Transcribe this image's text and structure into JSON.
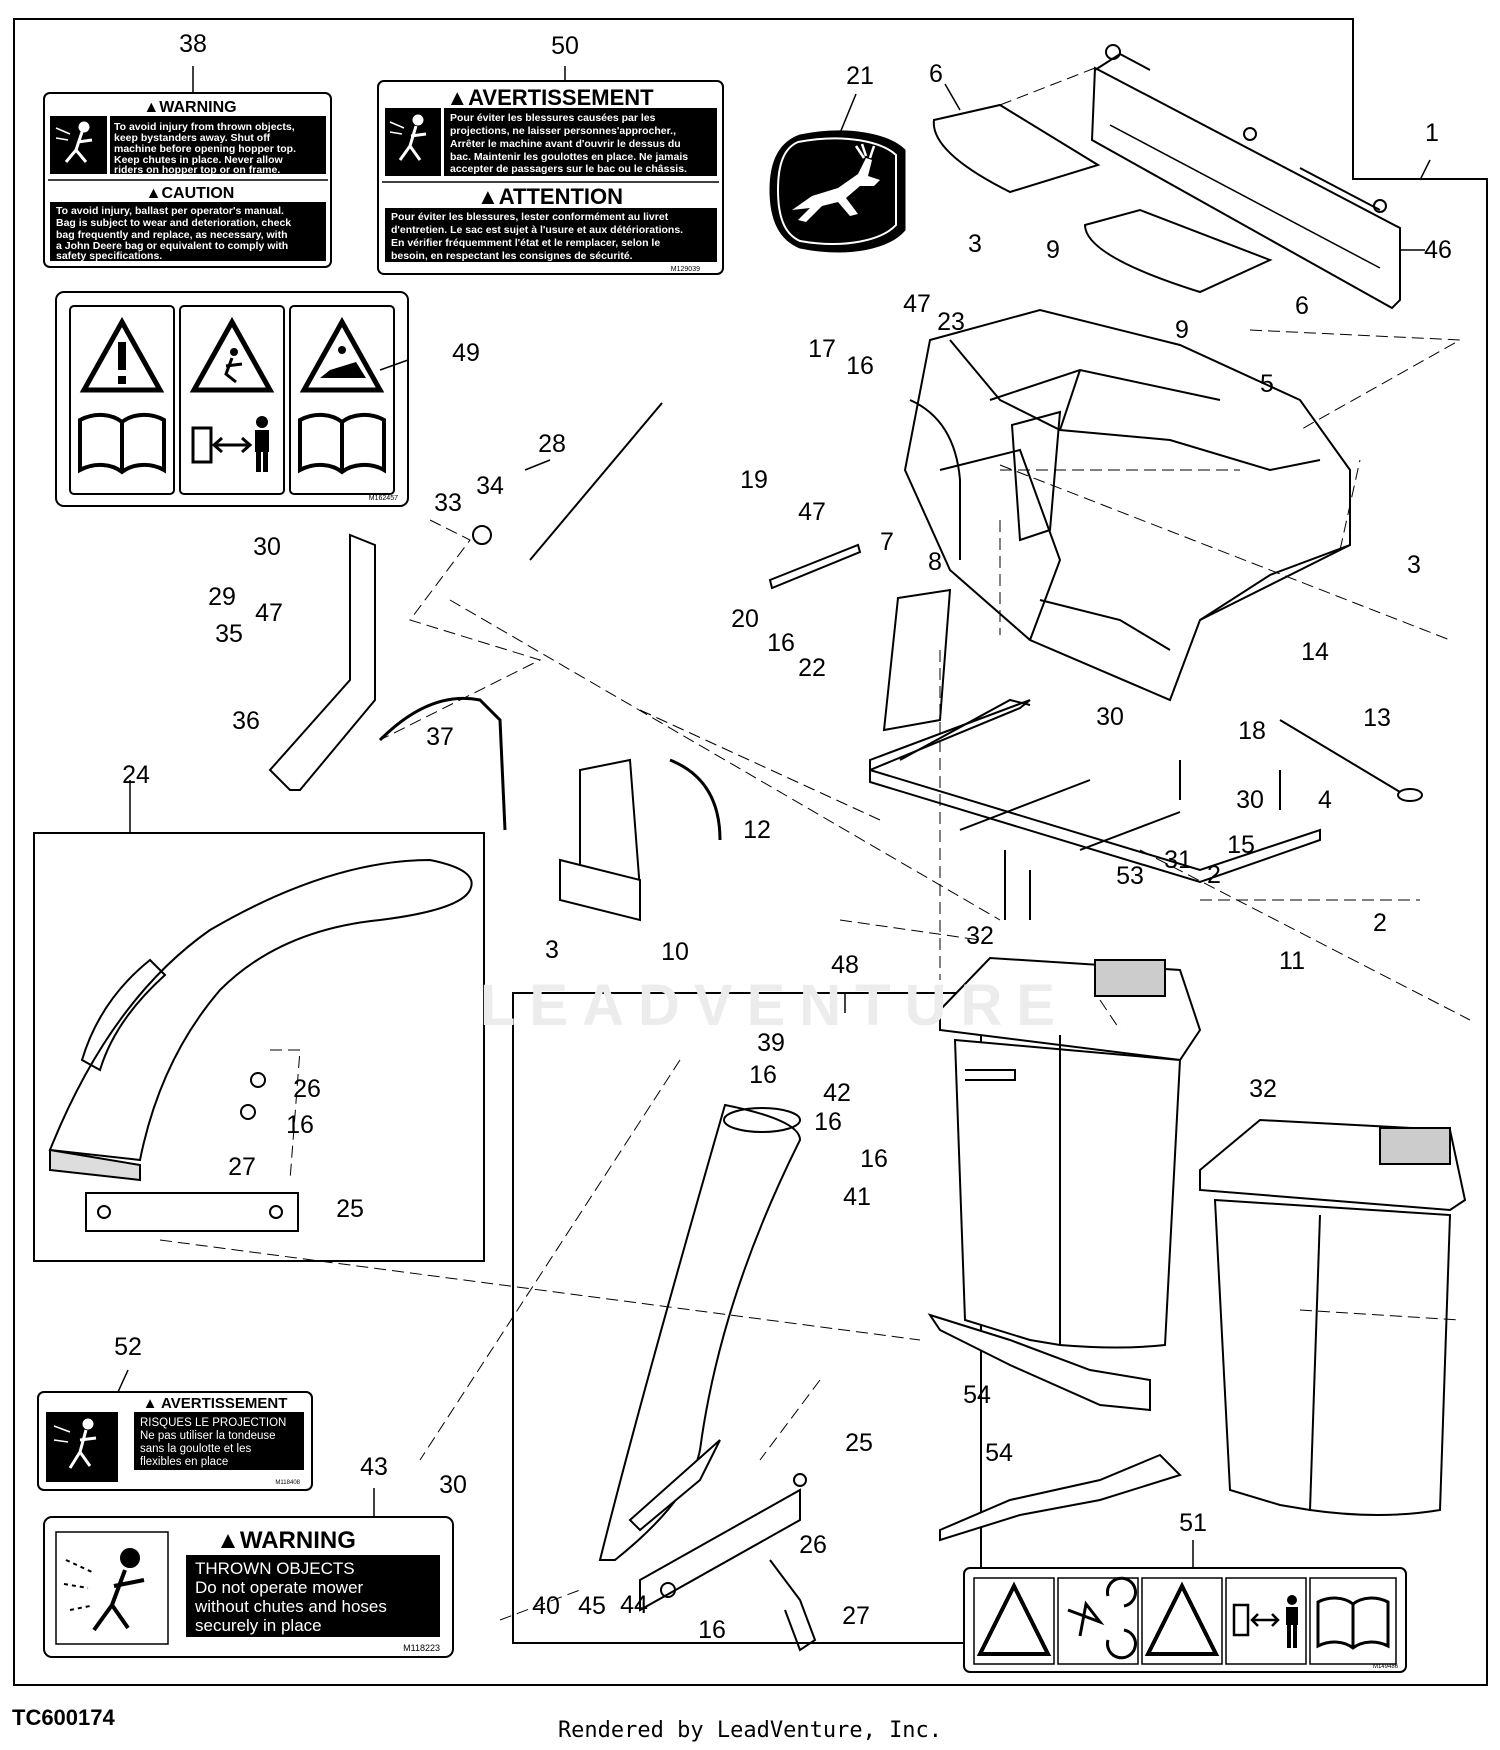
{
  "diagram": {
    "figure_id": "TC600174",
    "credit": "Rendered by LeadVenture, Inc.",
    "watermark": "LEADVENTURE"
  },
  "callouts": {
    "c1": "1",
    "c2a": "2",
    "c2b": "2",
    "c3a": "3",
    "c3b": "3",
    "c3c": "3",
    "c4": "4",
    "c5": "5",
    "c6a": "6",
    "c6b": "6",
    "c7": "7",
    "c8": "8",
    "c9a": "9",
    "c9b": "9",
    "c10": "10",
    "c11": "11",
    "c12": "12",
    "c13": "13",
    "c14": "14",
    "c15": "15",
    "c16a": "16",
    "c16b": "16",
    "c16c": "16",
    "c16d": "16",
    "c16e": "16",
    "c16f": "16",
    "c16g": "16",
    "c17": "17",
    "c18": "18",
    "c19": "19",
    "c20": "20",
    "c21": "21",
    "c22": "22",
    "c23": "23",
    "c24": "24",
    "c25a": "25",
    "c25b": "25",
    "c26a": "26",
    "c26b": "26",
    "c27a": "27",
    "c27b": "27",
    "c28": "28",
    "c29": "29",
    "c30a": "30",
    "c30b": "30",
    "c30c": "30",
    "c30d": "30",
    "c31": "31",
    "c32a": "32",
    "c32b": "32",
    "c33": "33",
    "c34": "34",
    "c35": "35",
    "c36": "36",
    "c37": "37",
    "c38": "38",
    "c39": "39",
    "c40": "40",
    "c41": "41",
    "c42": "42",
    "c43": "43",
    "c44": "44",
    "c45": "45",
    "c46": "46",
    "c47a": "47",
    "c47b": "47",
    "c47c": "47",
    "c48": "48",
    "c49": "49",
    "c50": "50",
    "c51": "51",
    "c52": "52",
    "c53": "53",
    "c54a": "54",
    "c54b": "54"
  },
  "decal38": {
    "warning_title": "▲WARNING",
    "warning_lines": [
      "To avoid injury from thrown objects,",
      "keep bystanders away. Shut off",
      "machine before opening hopper top.",
      "Keep chutes in place. Never allow",
      "riders on hopper top or on frame."
    ],
    "caution_title": "▲CAUTION",
    "caution_lines": [
      "To avoid injury, ballast per operator's manual.",
      "Bag is subject to wear and deterioration, check",
      "bag frequently and replace, as necessary, with",
      "a John Deere bag or equivalent to comply with",
      "safety specifications."
    ]
  },
  "decal50": {
    "title1": "▲AVERTISSEMENT",
    "lines1": [
      "Pour éviter les blessures causées par les",
      "projections, ne laisser personnes'approcher.,",
      "Arrêter le machine avant d'ouvrir le dessus du",
      "bac. Maintenir les goulottes en place. Ne jamais",
      "accepter de passagers sur le bac ou le châssis."
    ],
    "title2": "▲ATTENTION",
    "lines2": [
      "Pour éviter les blessures, lester conformément au livret",
      "d'entretien. Le sac est sujet à l'usure et aux détériorations.",
      "En vérifier fréquemment l'état et le remplacer, selon le",
      "besoin, en respectant les consignes de sécurité."
    ],
    "code": "M129039"
  },
  "decal49": {
    "code": "M162457"
  },
  "decal52": {
    "title": "▲ AVERTISSEMENT",
    "lines": [
      "RISQUES LE PROJECTION",
      "Ne pas utiliser la tondeuse",
      "sans la goulotte et les",
      "flexibles en place"
    ],
    "code": "M118408"
  },
  "decal43": {
    "title": "▲WARNING",
    "lines": [
      "THROWN OBJECTS",
      "Do not operate mower",
      "without chutes and hoses",
      "securely in place"
    ],
    "code": "M118223"
  },
  "decal51": {
    "code": "M149486"
  }
}
